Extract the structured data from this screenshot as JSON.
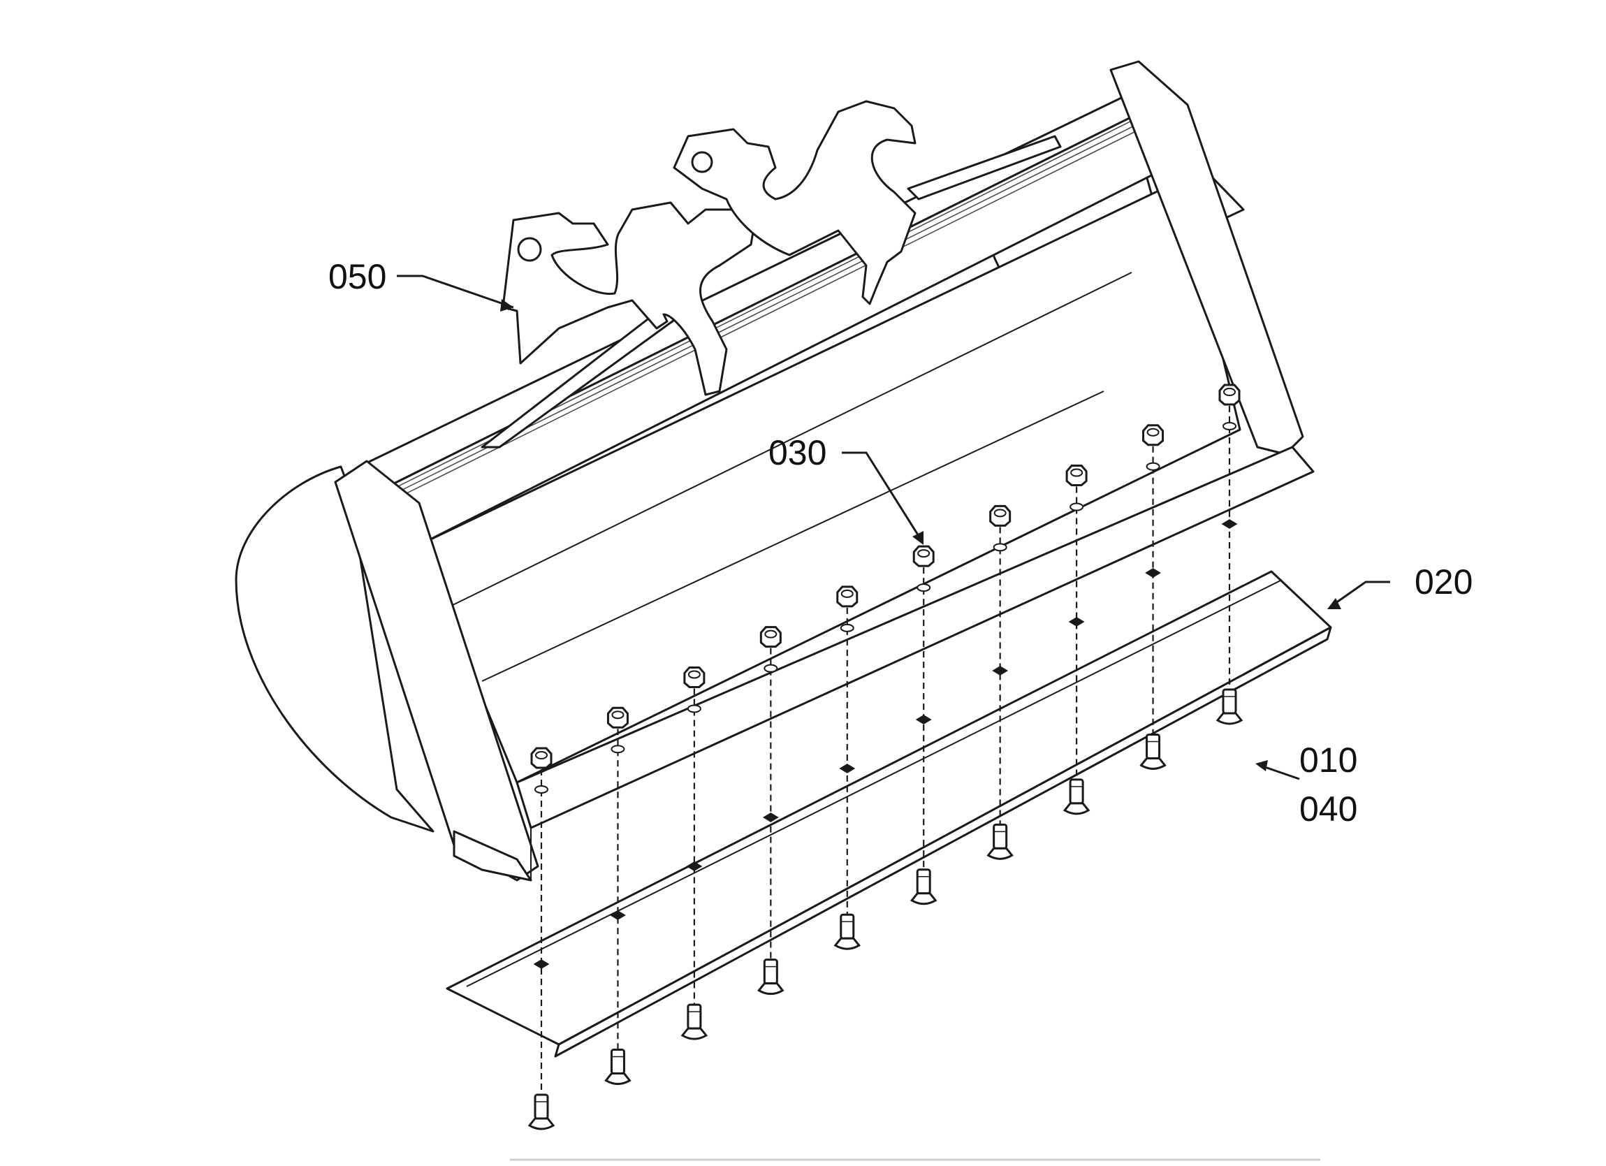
{
  "diagram": {
    "type": "exploded assembly drawing",
    "subject": "excavator bucket with bolt-on cutting edge",
    "callouts": [
      {
        "id": "050",
        "label": "050",
        "part": "bucket body"
      },
      {
        "id": "030",
        "label": "030",
        "part": "nut"
      },
      {
        "id": "020",
        "label": "020",
        "part": "cutting edge blade"
      },
      {
        "id": "010",
        "label": "010",
        "part": "bolt"
      },
      {
        "id": "040",
        "label": "040",
        "part": "bolt"
      }
    ],
    "fastener_count": 10,
    "ink_color": "#1a1a1a",
    "background_color": "#ffffff"
  }
}
